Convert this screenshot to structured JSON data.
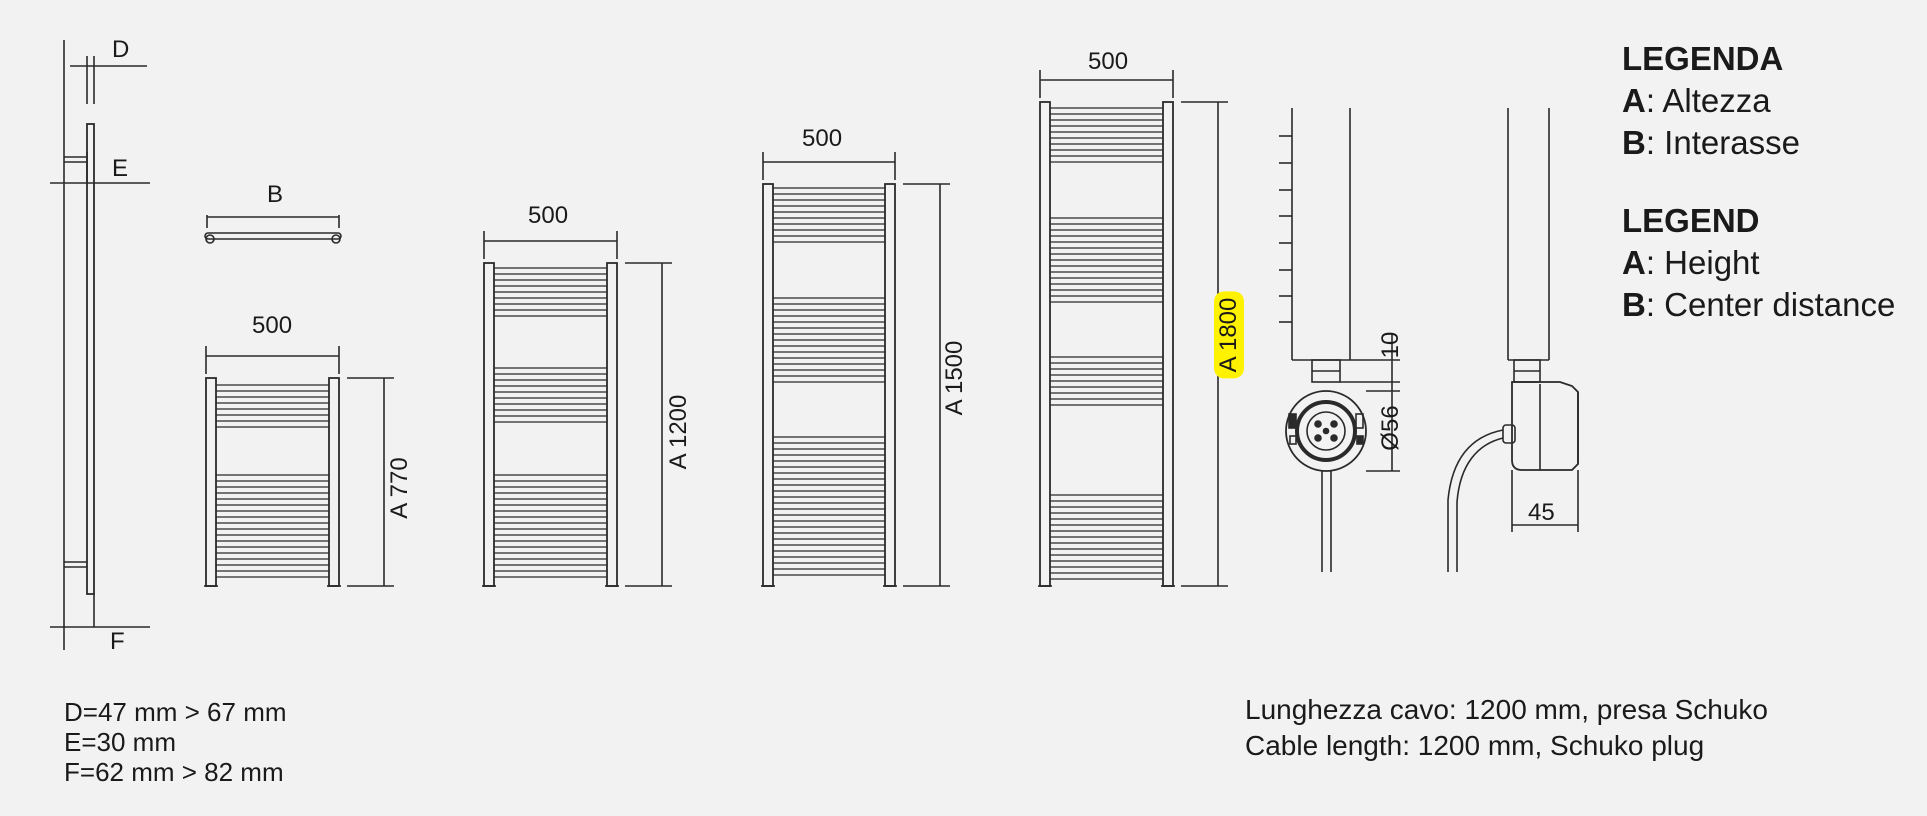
{
  "labels": {
    "d": "D",
    "e": "E",
    "f": "F",
    "b": "B",
    "w1": "500",
    "w2": "500",
    "w3": "500",
    "w4": "500",
    "h1": "A 770",
    "h2": "A 1200",
    "h3": "A 1500",
    "h4": "A 1800",
    "gap": "10",
    "dia": "Ø56",
    "depth": "45"
  },
  "legend_it": {
    "title": "LEGENDA",
    "rows": [
      {
        "key": "A",
        "text": ": Altezza"
      },
      {
        "key": "B",
        "text": ": Interasse"
      }
    ]
  },
  "legend_en": {
    "title": "LEGEND",
    "rows": [
      {
        "key": "A",
        "text": ": Height"
      },
      {
        "key": "B",
        "text": ": Center distance"
      }
    ]
  },
  "notes": [
    "D=47 mm > 67 mm",
    "E=30 mm",
    "F=62 mm > 82 mm"
  ],
  "cable": [
    "Lunghezza cavo: 1200 mm, presa Schuko",
    "Cable length: 1200 mm, Schuko plug"
  ],
  "colors": {
    "line": "#2a2a2a",
    "highlight": "#fff200",
    "background": "#f2f2f2"
  }
}
